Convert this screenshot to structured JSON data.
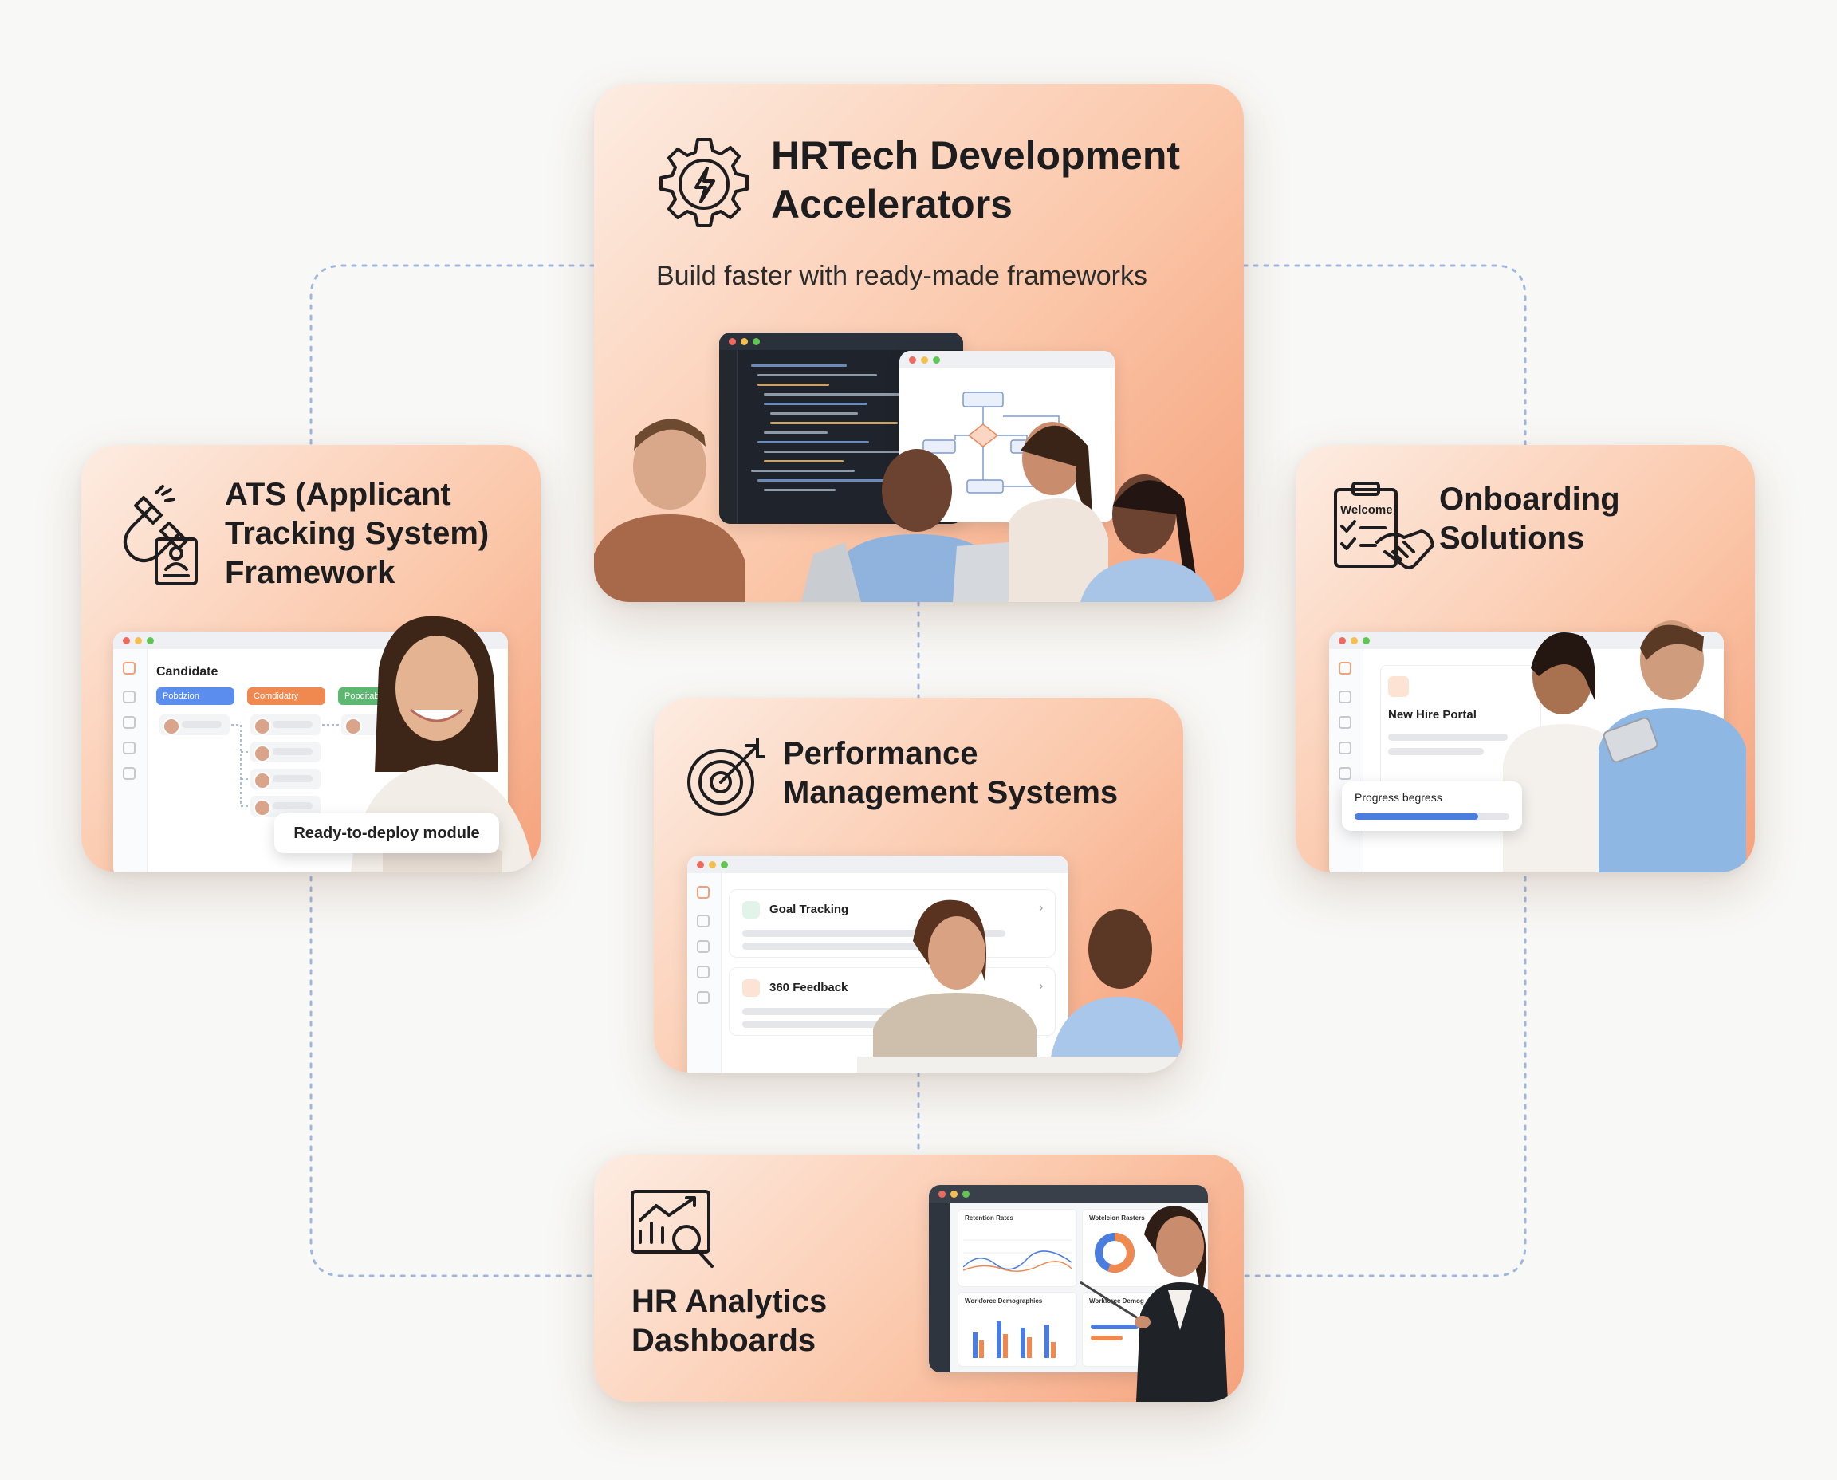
{
  "hub": {
    "title_line1": "HRTech Development",
    "title_line2": "Accelerators",
    "subtitle": "Build faster with ready-made frameworks",
    "icon": "gear-lightning-icon"
  },
  "ats": {
    "title_line1": "ATS (Applicant",
    "title_line2": "Tracking System)",
    "title_line3": "Framework",
    "icon": "magnet-resume-icon",
    "mock_heading": "Candidate",
    "columns": [
      "Pobdzion",
      "Comdidatry",
      "Popditabe"
    ],
    "column_colors": [
      "#5b8def",
      "#f0894f",
      "#5cb871"
    ],
    "badge": "Ready-to-deploy module"
  },
  "onboarding": {
    "title_line1": "Onboarding",
    "title_line2": "Solutions",
    "icon": "welcome-clipboard-handshake-icon",
    "icon_text": "Welcome",
    "mock_heading": "New Hire Portal",
    "progress_label": "Progress begress",
    "progress_value": 0.8
  },
  "performance": {
    "title_line1": "Performance",
    "title_line2": "Management Systems",
    "icon": "target-arrow-icon",
    "items": [
      "Goal Tracking",
      "360 Feedback"
    ]
  },
  "analytics": {
    "title_line1": "HR Analytics",
    "title_line2": "Dashboards",
    "icon": "chart-magnifier-icon",
    "panels": [
      "Retention Rates",
      "Wotelcion Rasters",
      "Workforce Demographics",
      "Workforce Demog"
    ]
  },
  "colors": {
    "accent": "#f5a27c",
    "connector": "#9fb6dd"
  }
}
